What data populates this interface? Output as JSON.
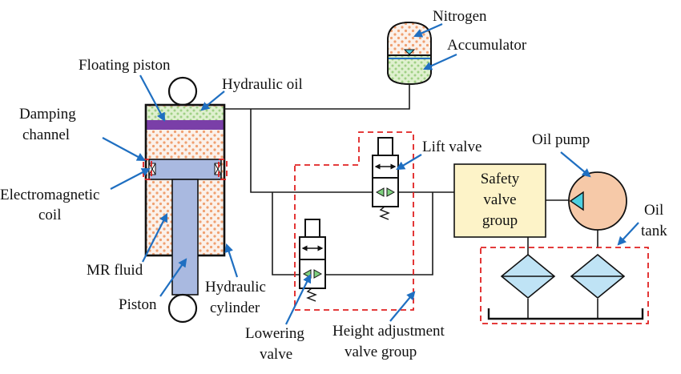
{
  "labels": {
    "nitrogen": "Nitrogen",
    "accumulator": "Accumulator",
    "floating_piston": "Floating piston",
    "hydraulic_oil": "Hydraulic oil",
    "damping_channel_1": "Damping",
    "damping_channel_2": "channel",
    "electromagnetic_coil_1": "Electromagnetic",
    "electromagnetic_coil_2": "coil",
    "mr_fluid": "MR fluid",
    "piston": "Piston",
    "hydraulic_cylinder_1": "Hydraulic",
    "hydraulic_cylinder_2": "cylinder",
    "lift_valve": "Lift valve",
    "lowering_valve_1": "Lowering",
    "lowering_valve_2": "valve",
    "height_adjustment_1": "Height adjustment",
    "height_adjustment_2": "valve group",
    "safety_valve_1": "Safety",
    "safety_valve_2": "valve",
    "safety_valve_3": "group",
    "oil_pump": "Oil pump",
    "oil_tank_1": "Oil",
    "oil_tank_2": "tank"
  },
  "colors": {
    "arrow": "#1f6fc1",
    "dashed_group": "#e02020",
    "floating_piston": "#7a3fa8",
    "piston_rod": "#a9b9e0",
    "mr_fluid_dots": "#f0a070",
    "hydraulic_oil": "#c8e6b0",
    "safety_box": "#fdf3c8",
    "oil_pump": "#f6c9a8",
    "filter": "#bfe3f5",
    "pump_triangle": "#4dd0e1"
  }
}
